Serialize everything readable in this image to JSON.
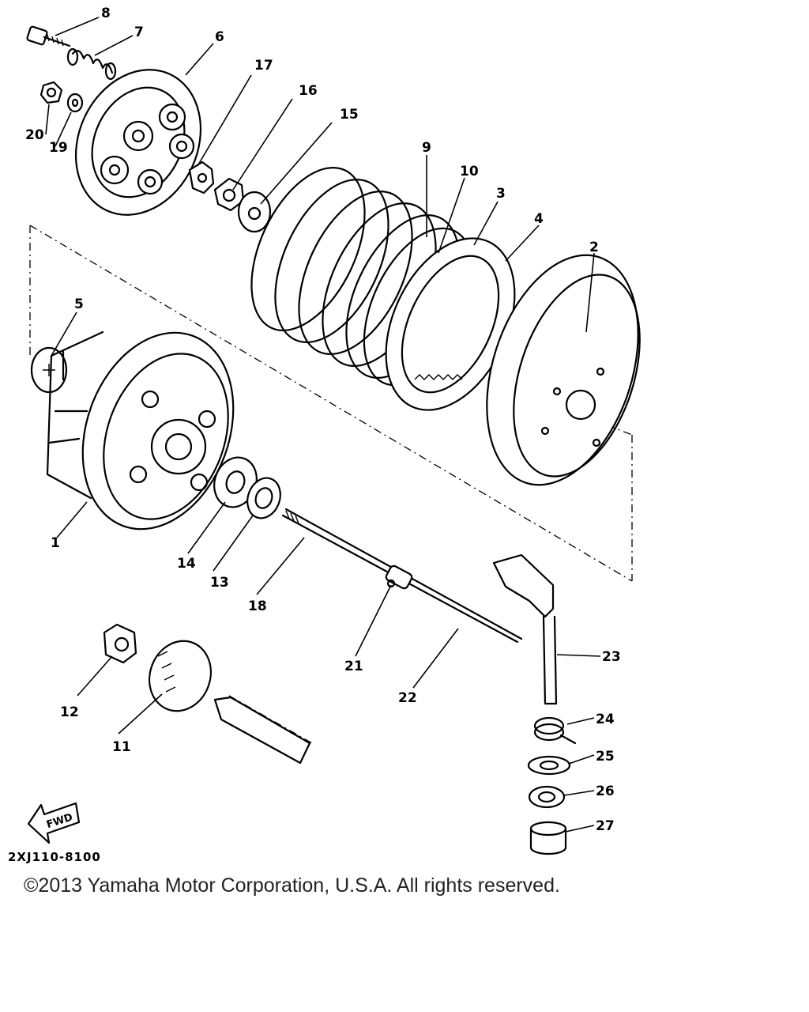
{
  "diagram": {
    "callouts": {
      "c1": "1",
      "c2": "2",
      "c3": "3",
      "c4": "4",
      "c5": "5",
      "c6": "6",
      "c7": "7",
      "c8": "8",
      "c9": "9",
      "c10": "10",
      "c11": "11",
      "c12": "12",
      "c13": "13",
      "c14": "14",
      "c15": "15",
      "c16": "16",
      "c17": "17",
      "c18": "18",
      "c19": "19",
      "c20": "20",
      "c21": "21",
      "c22": "22",
      "c23": "23",
      "c24": "24",
      "c25": "25",
      "c26": "26",
      "c27": "27"
    },
    "fwd_label": "FWD",
    "part_code": "2XJ110-8100"
  },
  "footer": {
    "copyright": "©2013 Yamaha Motor Corporation, U.S.A. All rights reserved."
  }
}
